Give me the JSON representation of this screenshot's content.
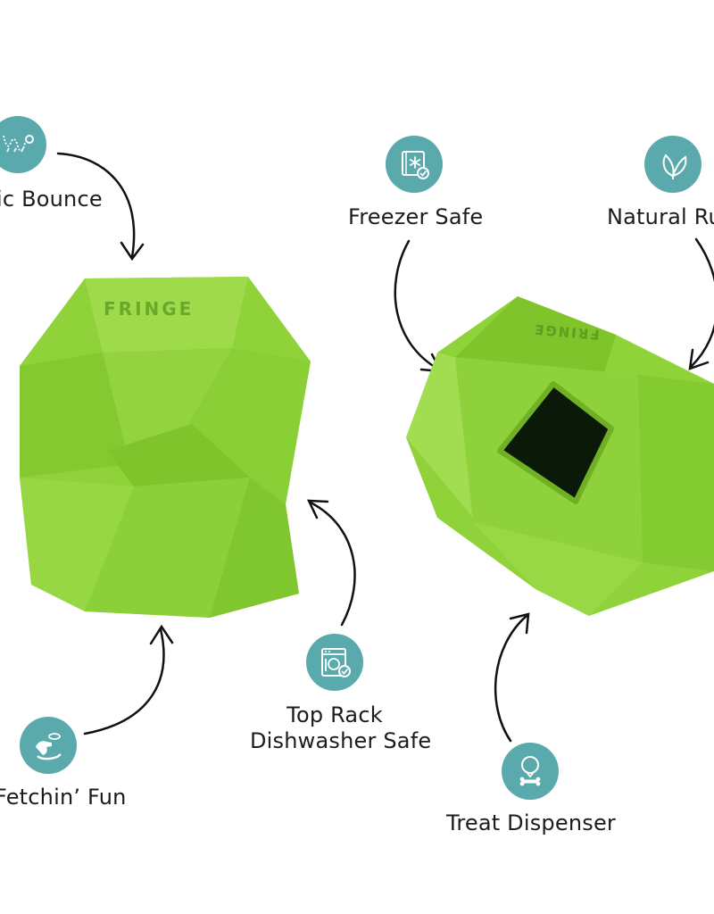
{
  "features": {
    "bounce": "ic Bounce",
    "freezer": "Freezer Safe",
    "rubber": "Natural Rubb",
    "dishwasher_line1": "Top Rack",
    "dishwasher_line2": "Dishwasher Safe",
    "fetch": "Fetchin’ Fun",
    "treat": "Treat Dispenser"
  },
  "product": {
    "brand_front": "FRINGE",
    "brand_side": "FRINGE"
  },
  "colors": {
    "icon_teal": "#5aa9ac",
    "toy_green": "#8fd23a",
    "toy_green_dark": "#7fc22c",
    "toy_green_light": "#a6dd55",
    "hole": "#0b1a08"
  },
  "icons": [
    "bounce-icon",
    "freezer-icon",
    "leaf-icon",
    "dishwasher-icon",
    "dog-fetch-icon",
    "treat-bone-icon"
  ]
}
